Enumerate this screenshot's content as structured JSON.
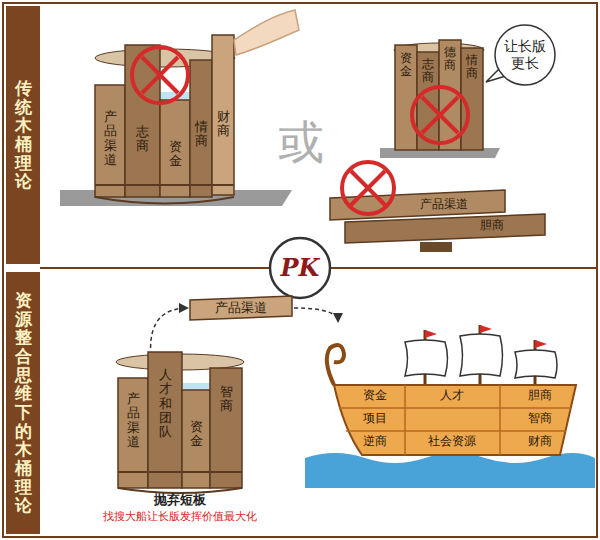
{
  "diagram": {
    "nodes": [
      {
        "text": [
          "传统木桶理论"
        ]
      },
      {
        "text": [
          "产品渠道",
          "志商",
          "资金",
          "情商",
          "财商"
        ]
      },
      {
        "text": [
          "资金",
          "志商",
          "德商",
          "情商"
        ]
      },
      {
        "text": [
          "让长版更长"
        ]
      },
      {
        "text": [
          "产品渠道",
          "胆商"
        ]
      },
      {
        "text": [
          "PK"
        ]
      },
      {
        "text": [
          "资源整合思维下的木桶理论"
        ]
      },
      {
        "text": [
          "产品渠道",
          "人才和团队",
          "资金",
          "智商",
          "抛弃短板",
          "找搜大船让长版发挥价值最大化"
        ]
      },
      {
        "text": [
          "产品渠道"
        ]
      },
      {
        "text": [
          "资金",
          "人才",
          "胆商",
          "项目",
          "逆商",
          "社会资源",
          "智商",
          "财商"
        ]
      }
    ],
    "edges": [
      {
        "from": 7,
        "to": 8,
        "arrow": "to"
      },
      {
        "from": 8,
        "to": 9,
        "arrow": "to"
      }
    ],
    "labels": [
      "或"
    ]
  }
}
